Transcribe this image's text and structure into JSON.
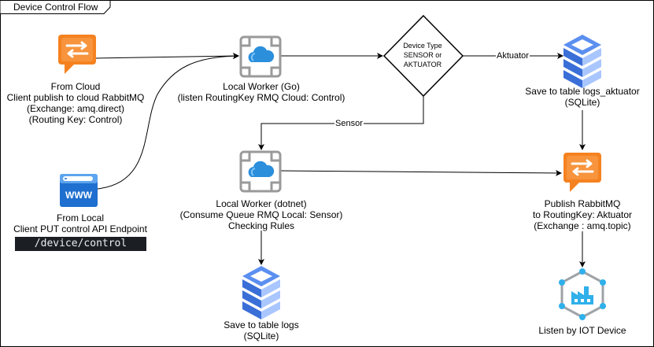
{
  "title": "Device Control Flow",
  "colors": {
    "orange": "#f58220",
    "orange_light": "#f9a55a",
    "blue_dark": "#3a6fd8",
    "blue_mid": "#5b8ff0",
    "blue_light": "#a9c6ff",
    "azure": "#1e90d6",
    "gray": "#9a9a9a",
    "iot": "#7b68c9"
  },
  "nodes": {
    "from_cloud": {
      "icon": "message-queue-icon",
      "lines": [
        "From Cloud",
        "Client publish to cloud RabbitMQ",
        "(Exchange: amq.direct)",
        "(Routing Key: Control)"
      ]
    },
    "from_local": {
      "icon": "web-browser-icon",
      "lines": [
        "From Local",
        "Client PUT control API Endpoint"
      ],
      "endpoint": "/device/control",
      "browser_text": "WWW"
    },
    "worker_go": {
      "icon": "cloud-worker-icon",
      "lines": [
        "Local Worker (Go)",
        "(listen RoutingKey RMQ Cloud: Control)"
      ]
    },
    "decision": {
      "lines": [
        "Device Type",
        "SENSOR or",
        "AKTUATOR"
      ]
    },
    "save_aktuator": {
      "icon": "database-icon",
      "lines": [
        "Save to table logs_aktuator",
        "(SQLite)"
      ]
    },
    "worker_dotnet": {
      "icon": "cloud-worker-icon",
      "lines": [
        "Local Worker (dotnet)",
        "(Consume Queue RMQ Local: Sensor)",
        "Checking Rules"
      ]
    },
    "publish_rmq": {
      "icon": "message-queue-icon",
      "lines": [
        "Publish RabbitMQ",
        "to RoutingKey: Aktuator",
        "(Exchange : amq.topic)"
      ]
    },
    "save_logs": {
      "icon": "database-icon",
      "lines": [
        "Save to table logs",
        "(SQLite)"
      ]
    },
    "iot_device": {
      "icon": "iot-factory-icon",
      "lines": [
        "Listen by IOT Device"
      ]
    }
  },
  "edges": {
    "aktuator_label": "Aktuator",
    "sensor_label": "Sensor"
  }
}
